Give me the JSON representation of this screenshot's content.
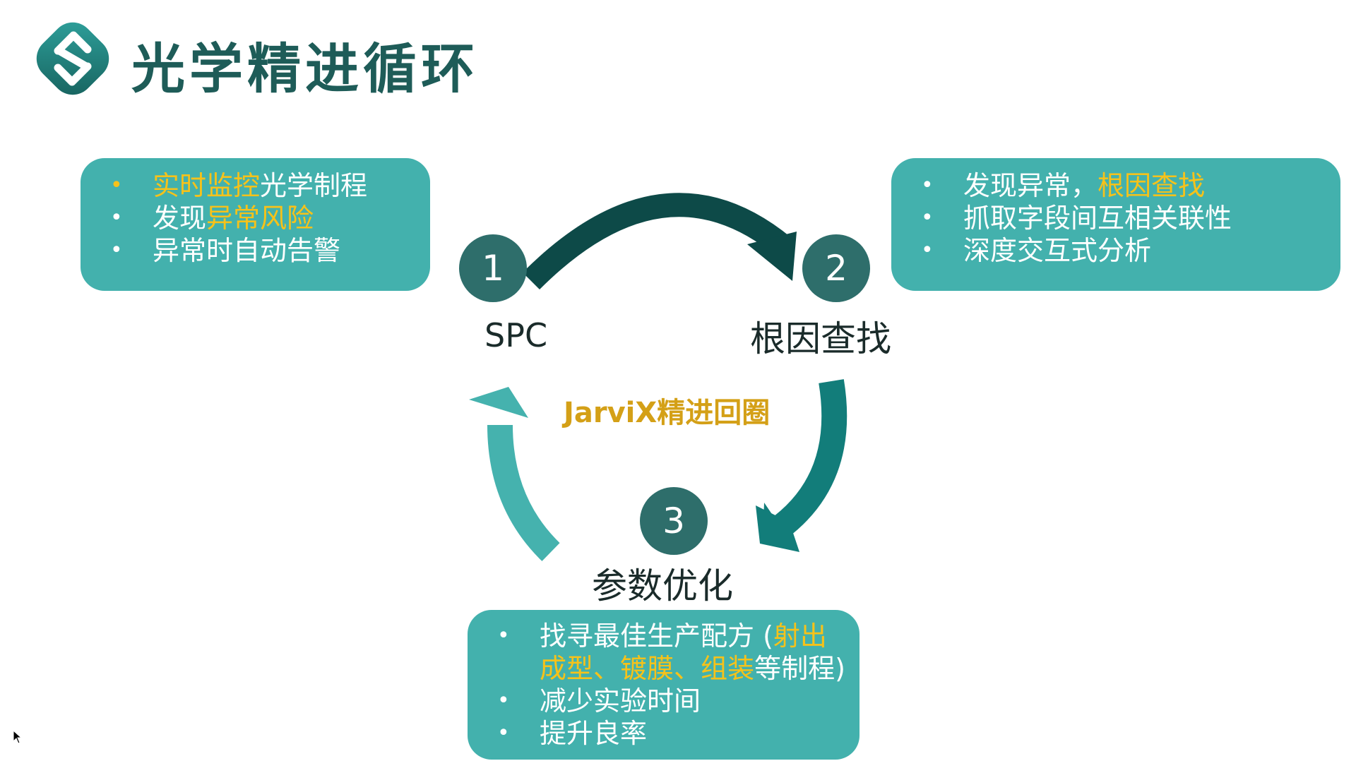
{
  "header": {
    "title": "光学精进循环"
  },
  "colors": {
    "box_fill": "#43b1ad",
    "highlight": "#f6c21a",
    "circle_fill": "#2e6e6b",
    "arrow_dark": "#0d4a48",
    "arrow_mid": "#127d7a",
    "arrow_light": "#45b2ae",
    "title_color": "#1e5c58",
    "center_label_color": "#d4a017"
  },
  "steps": {
    "s1": {
      "number": "1",
      "label": "SPC"
    },
    "s2": {
      "number": "2",
      "label": "根因查找"
    },
    "s3": {
      "number": "3",
      "label": "参数优化"
    }
  },
  "center_label": "JarviX精进回圈",
  "boxes": {
    "spc": {
      "i1": {
        "hl": "实时监控",
        "rest": "光学制程"
      },
      "i2": {
        "pre": "发现",
        "hl": "异常风险"
      },
      "i3": {
        "text": "异常时自动告警"
      }
    },
    "root": {
      "i1": {
        "pre": "发现异常，",
        "hl": "根因查找"
      },
      "i2": {
        "text": "抓取字段间互相关联性"
      },
      "i3": {
        "text": "深度交互式分析"
      }
    },
    "param": {
      "i1": {
        "pre": "找寻最佳生产配方 (",
        "hl1": "射出成型",
        "sep1": "、",
        "hl2": "镀膜",
        "sep2": "、",
        "hl3": "组装",
        "post": "等制程)"
      },
      "i2": {
        "text": "减少实验时间"
      },
      "i3": {
        "text": "提升良率"
      }
    }
  },
  "bullet_char": "•"
}
